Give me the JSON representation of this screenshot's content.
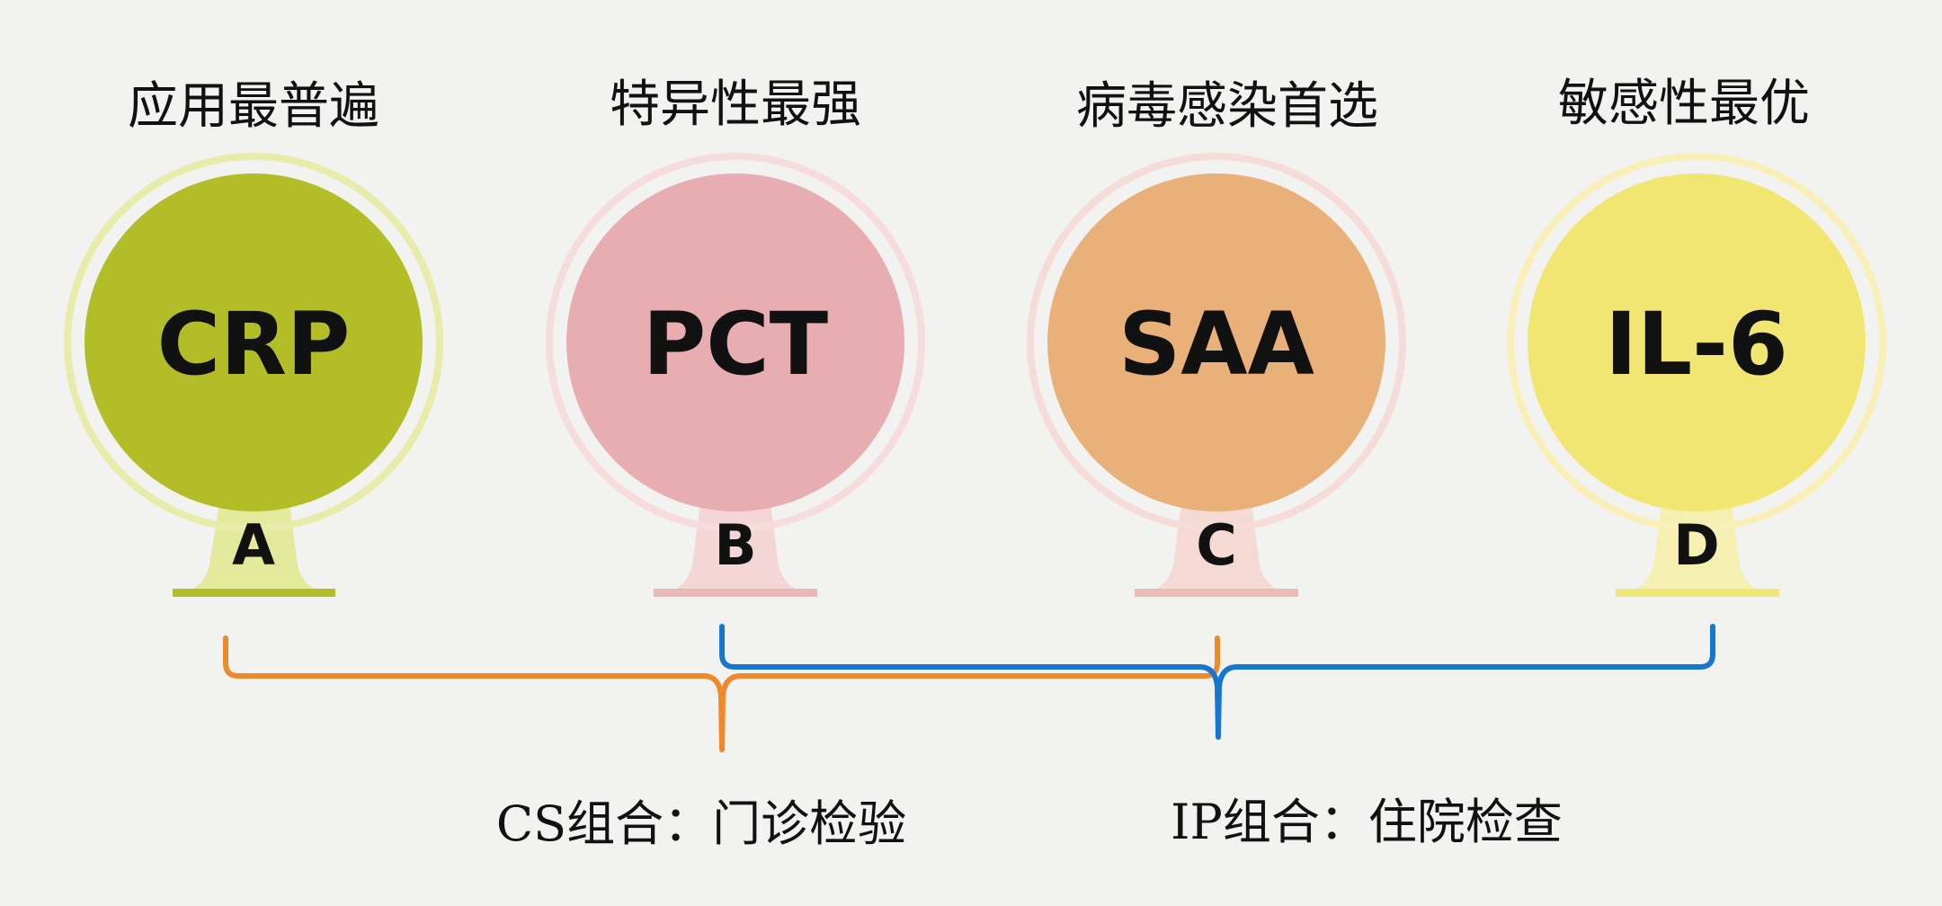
{
  "items": [
    {
      "caption": "应用最普遍",
      "name": "CRP",
      "letter": "A",
      "color": "#b2bd28",
      "halo": "#e8ecaa",
      "stand": "#e3ea9c",
      "base": "#b2bd28"
    },
    {
      "caption": "特异性最强",
      "name": "PCT",
      "letter": "B",
      "color": "#e8adb0",
      "halo": "#f6dcdc",
      "stand": "#f5d6d6",
      "base": "#eab6b6"
    },
    {
      "caption": "病毒感染首选",
      "name": "SAA",
      "letter": "C",
      "color": "#e9b07a",
      "halo": "#f5dcd8",
      "stand": "#f5d9d3",
      "base": "#e9bcb6"
    },
    {
      "caption": "敏感性最优",
      "name": "IL-6",
      "letter": "D",
      "color": "#f2e672",
      "halo": "#f8f0b8",
      "stand": "#f6efb2",
      "base": "#f1e678"
    }
  ],
  "combinations": [
    {
      "label": "CS组合：门诊检验",
      "color": "#f0892a"
    },
    {
      "label": "IP组合：住院检查",
      "color": "#1677d2"
    }
  ]
}
